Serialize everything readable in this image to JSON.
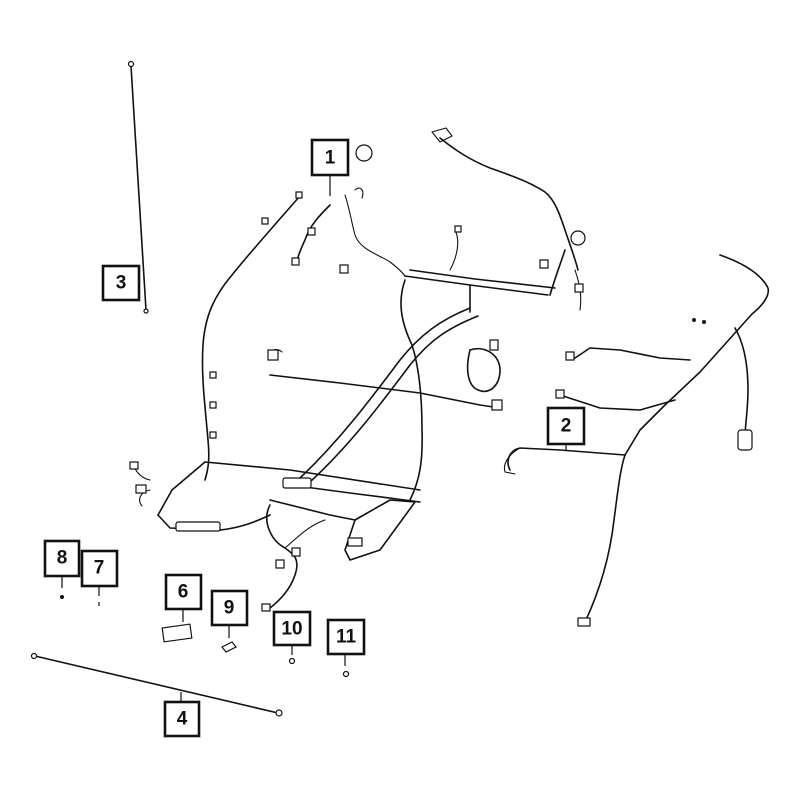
{
  "callouts": [
    {
      "id": "1",
      "label": "1"
    },
    {
      "id": "2",
      "label": "2"
    },
    {
      "id": "3",
      "label": "3"
    },
    {
      "id": "4",
      "label": "4"
    },
    {
      "id": "6",
      "label": "6"
    },
    {
      "id": "7",
      "label": "7"
    },
    {
      "id": "8",
      "label": "8"
    },
    {
      "id": "9",
      "label": "9"
    },
    {
      "id": "10",
      "label": "10"
    },
    {
      "id": "11",
      "label": "11"
    }
  ]
}
